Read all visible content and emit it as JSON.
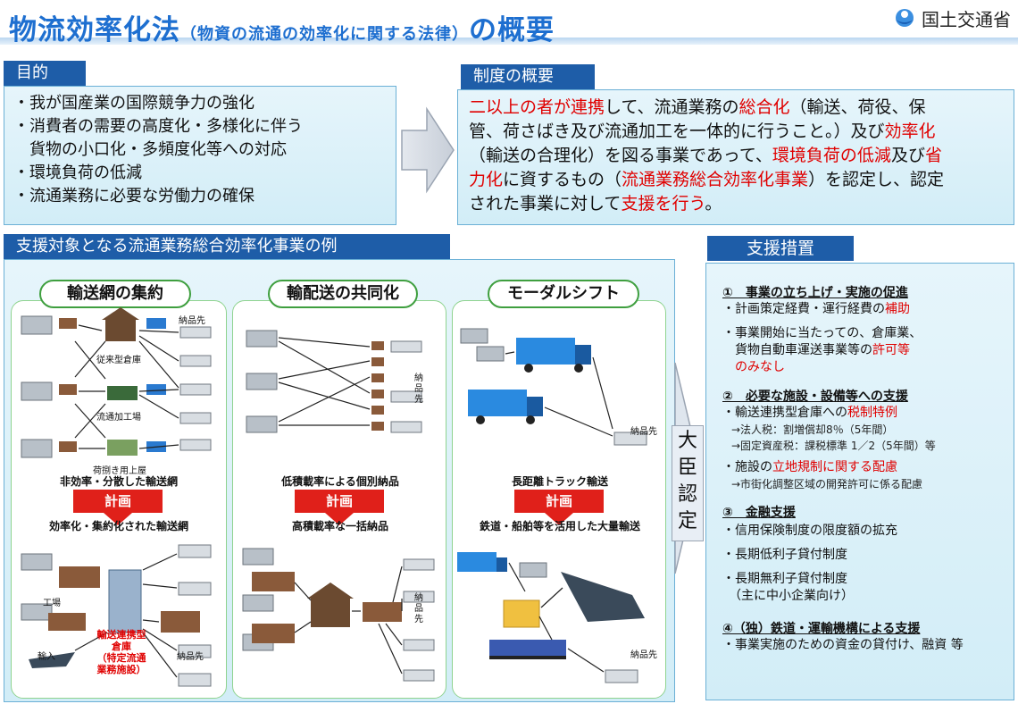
{
  "header": {
    "title_main": "物流効率化法",
    "title_paren": "（物資の流通の効率化に関する法律）",
    "title_tail": "の概要",
    "ministry": "国土交通省"
  },
  "purpose": {
    "heading": "目的",
    "items": [
      "・我が国産業の国際競争力の強化",
      "・消費者の需要の高度化・多様化に伴う",
      "　貨物の小口化・多頻度化等への対応",
      "・環境負荷の低減",
      "・流通業務に必要な労働力の確保"
    ]
  },
  "overview": {
    "heading": "制度の概要",
    "lines": [
      [
        {
          "t": "二以上の者が連携",
          "red": true
        },
        {
          "t": "して、流通業務の",
          "red": false
        },
        {
          "t": "総合化",
          "red": true
        },
        {
          "t": "（輸送、荷役、保",
          "red": false
        }
      ],
      [
        {
          "t": "管、荷さばき及び流通加工を一体的に行うこと。）及び",
          "red": false
        },
        {
          "t": "効率化",
          "red": true
        }
      ],
      [
        {
          "t": "（輸送の合理化）を図る事業であって、",
          "red": false
        },
        {
          "t": "環境負荷の低減",
          "red": true
        },
        {
          "t": "及び",
          "red": false
        },
        {
          "t": "省",
          "red": true
        }
      ],
      [
        {
          "t": "力化",
          "red": true
        },
        {
          "t": "に資するもの（",
          "red": false
        },
        {
          "t": "流通業務総合効率化事業",
          "red": true
        },
        {
          "t": "）を認定し、認定",
          "red": false
        }
      ],
      [
        {
          "t": "された事業に対して",
          "red": false
        },
        {
          "t": "支援を行う",
          "red": true
        },
        {
          "t": "。",
          "red": false
        }
      ]
    ]
  },
  "examples": {
    "heading": "支援対象となる流通業務総合効率化事業の例",
    "plan_label": "計画",
    "cols": [
      {
        "title": "輸送網の集約",
        "before": "非効率・分散した輸送網",
        "after": "効率化・集約化された輸送網",
        "labels": {
          "delivery_top": "納品先",
          "old_warehouse": "従来型倉庫",
          "processing": "流通加工場",
          "cargo_station": "荷捌き用上屋",
          "factory": "工場",
          "import": "輸入",
          "delivery_bottom": "納品先",
          "wh_name": "輸送連携型",
          "wh_name2": "倉庫",
          "wh_sub1": "（特定流通",
          "wh_sub2": "業務施設）"
        }
      },
      {
        "title": "輸配送の共同化",
        "before": "低積載率による個別納品",
        "after": "高積載率な一括納品",
        "labels": {
          "delivery_top": "納品先",
          "delivery_bottom": "納品先"
        }
      },
      {
        "title": "モーダルシフト",
        "before": "長距離トラック輸送",
        "after": "鉄道・船舶等を活用した大量輸送",
        "labels": {
          "delivery_top": "納品先",
          "delivery_bottom": "納品先"
        }
      }
    ]
  },
  "approval": {
    "chars": [
      "大",
      "臣",
      "認",
      "定"
    ]
  },
  "support": {
    "heading": "支援措置",
    "sections": [
      {
        "title": "①　事業の立ち上げ・実施の促進",
        "lines": [
          [
            {
              "t": "・計画策定経費・運行経費の",
              "red": false
            },
            {
              "t": "補助",
              "red": true
            }
          ],
          [
            {
              "t": "・事業開始に当たっての、倉庫業、",
              "red": false
            }
          ],
          [
            {
              "t": "　貨物自動車運送事業等の",
              "red": false
            },
            {
              "t": "許可等",
              "red": true
            }
          ],
          [
            {
              "t": "　のみなし",
              "red": true
            }
          ]
        ]
      },
      {
        "title": "②　必要な施設・設備等への支援",
        "lines": [
          [
            {
              "t": "・輸送連携型倉庫への",
              "red": false
            },
            {
              "t": "税制特例",
              "red": true
            }
          ]
        ],
        "sub": [
          "→法人税：割増償却8％（5年間）",
          "→固定資産税：課税標準 1／2（5年間）等"
        ],
        "lines2": [
          [
            {
              "t": "・施設の",
              "red": false
            },
            {
              "t": "立地規制に関する配慮",
              "red": true
            }
          ]
        ],
        "sub2": [
          "→市街化調整区域の開発許可に係る配慮"
        ]
      },
      {
        "title": "③　金融支援",
        "lines": [
          [
            {
              "t": "・信用保険制度の限度額の拡充",
              "red": false
            }
          ],
          [
            {
              "t": "・長期低利子貸付制度",
              "red": false
            }
          ],
          [
            {
              "t": "・長期無利子貸付制度",
              "red": false
            }
          ],
          [
            {
              "t": "　（主に中小企業向け）",
              "red": false
            }
          ]
        ]
      },
      {
        "title": "④（独）鉄道・運輸機構による支援",
        "lines": [
          [
            {
              "t": "・事業実施のための資金の貸付け、融資 等",
              "red": false
            }
          ]
        ]
      }
    ]
  },
  "colors": {
    "blue": "#1e6fd0",
    "navy": "#1e5da8",
    "red": "#e00000",
    "green": "#3f9f3f"
  }
}
